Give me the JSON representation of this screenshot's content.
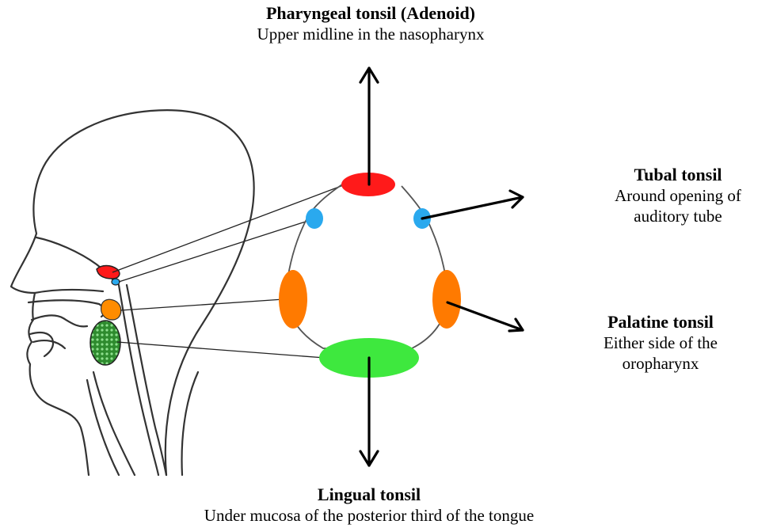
{
  "labels": {
    "pharyngeal": {
      "title": "Pharyngeal tonsil (Adenoid)",
      "desc": [
        "Upper midline in the nasopharynx"
      ],
      "color": "#ff1a1a"
    },
    "tubal": {
      "title": "Tubal tonsil",
      "desc": [
        "Around opening of",
        "auditory tube"
      ],
      "color": "#2aa9ee"
    },
    "palatine": {
      "title": "Palatine tonsil",
      "desc": [
        "Either side of the",
        "oropharynx"
      ],
      "color": "#ff7a00"
    },
    "lingual": {
      "title": "Lingual tonsil",
      "desc": [
        "Under mucosa of the posterior third of the tongue"
      ],
      "color": "#3ee83e"
    }
  }
}
